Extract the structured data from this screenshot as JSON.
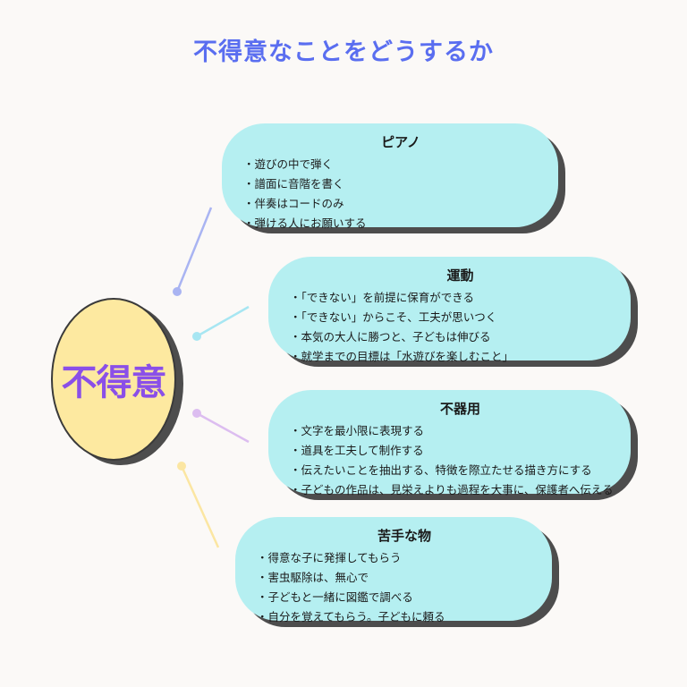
{
  "title": "不得意なことをどうするか",
  "center": {
    "label": "不得意"
  },
  "topics": [
    {
      "title": "ピアノ",
      "items": [
        "遊びの中で弾く",
        "譜面に音階を書く",
        "伴奏はコードのみ",
        "弾ける人にお願いする"
      ]
    },
    {
      "title": "運動",
      "items": [
        "「できない」を前提に保育ができる",
        "「できない」からこそ、工夫が思いつく",
        "本気の大人に勝つと、子どもは伸びる",
        "就学までの目標は「水遊びを楽しむこと」"
      ]
    },
    {
      "title": "不器用",
      "items": [
        "文字を最小限に表現する",
        "道具を工夫して制作する",
        "伝えたいことを抽出する、特徴を際立たせる描き方にする",
        "子どもの作品は、見栄えよりも過程を大事に、保護者へ伝える"
      ]
    },
    {
      "title": "苦手な物",
      "items": [
        "得意な子に発揮してもらう",
        "害虫駆除は、無心で",
        "子どもと一緒に図鑑で調べる",
        "自分を覚えてもらう。子どもに頼る"
      ]
    }
  ],
  "colors": {
    "title": "#5a6ef0",
    "center_fill": "#fde9a0",
    "center_text": "#8a4fe8",
    "card_fill": "#b5eff1",
    "connector_1": "#a9b4f2",
    "connector_2": "#a7e6f2",
    "connector_3": "#dcbdf0",
    "connector_4": "#fbe6a2"
  }
}
